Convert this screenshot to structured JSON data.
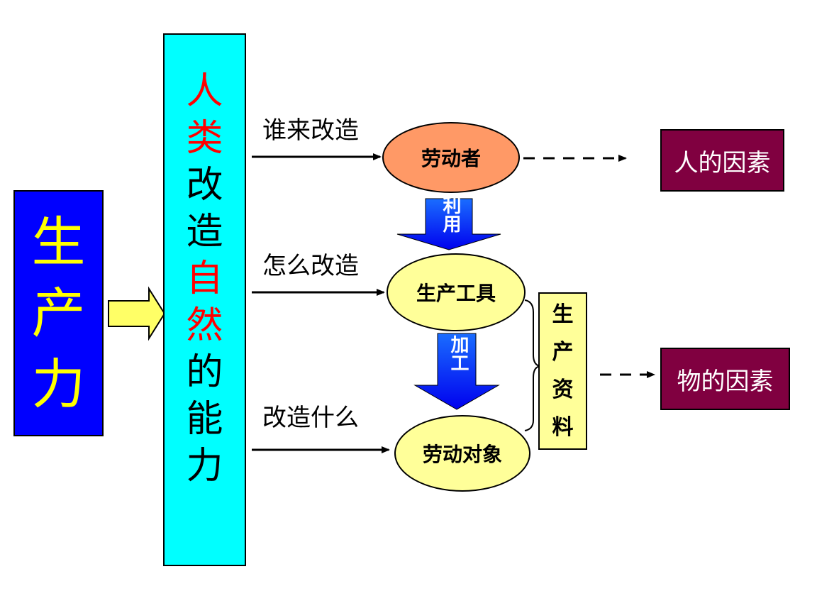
{
  "left_block": {
    "chars": [
      "生",
      "产",
      "力"
    ]
  },
  "center_block": {
    "chars": [
      {
        "t": "人",
        "color": "#ff0000"
      },
      {
        "t": "类",
        "color": "#ff0000"
      },
      {
        "t": "改",
        "color": "#000000"
      },
      {
        "t": "造",
        "color": "#000000"
      },
      {
        "t": "自",
        "color": "#ff0000"
      },
      {
        "t": "然",
        "color": "#ff0000"
      },
      {
        "t": "的",
        "color": "#000000"
      },
      {
        "t": "能",
        "color": "#000000"
      },
      {
        "t": "力",
        "color": "#000000"
      }
    ]
  },
  "questions": {
    "who": "谁来改造",
    "how": "怎么改造",
    "what": "改造什么"
  },
  "nodes": {
    "laborer": "劳动者",
    "tools": "生产工具",
    "object": "劳动对象"
  },
  "arrows": {
    "use": "利用",
    "process": "加工"
  },
  "means_of_production": {
    "chars": [
      "生",
      "产",
      "资",
      "料"
    ]
  },
  "factors": {
    "human": "人的因素",
    "material": "物的因素"
  },
  "colors": {
    "blue": "#0000ff",
    "yellow_text": "#ffff00",
    "cyan": "#00ffff",
    "red_text": "#ff0000",
    "salmon": "#ff9966",
    "light_yellow": "#ffff99",
    "maroon": "#800040",
    "block_arrow_blue": "#0000ff",
    "hollow_arrow_fill": "#ffff66"
  }
}
